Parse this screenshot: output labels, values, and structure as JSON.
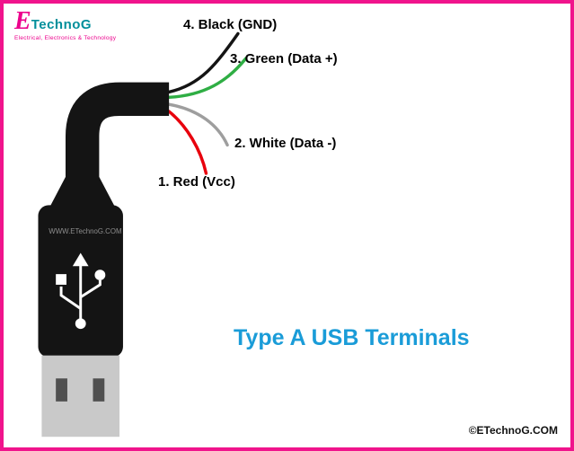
{
  "logo": {
    "brand_initial": "E",
    "brand_rest": "TechnoG",
    "tagline": "Electrical, Electronics & Technology"
  },
  "diagram": {
    "title": "Type A USB Terminals",
    "watermark": "WWW.ETechnoG.COM",
    "copyright": "©ETechnoG.COM",
    "wires": [
      {
        "num": "4",
        "label": "4. Black (GND)",
        "color": "#141414"
      },
      {
        "num": "3",
        "label": "3. Green (Data +)",
        "color": "#2fae44"
      },
      {
        "num": "2",
        "label": "2. White (Data -)",
        "color": "#9e9e9e"
      },
      {
        "num": "1",
        "label": "1. Red (Vcc)",
        "color": "#e8000d"
      }
    ]
  },
  "colors": {
    "border_pink": "#f0148c",
    "title_blue": "#1a9cd8",
    "cable_black": "#141414",
    "metal_gray": "#c9c9c9",
    "metal_hole": "#4f4f4f",
    "logo_pink": "#ec008c",
    "logo_teal": "#008f9b",
    "watermark_gray": "#8d8d8d"
  }
}
